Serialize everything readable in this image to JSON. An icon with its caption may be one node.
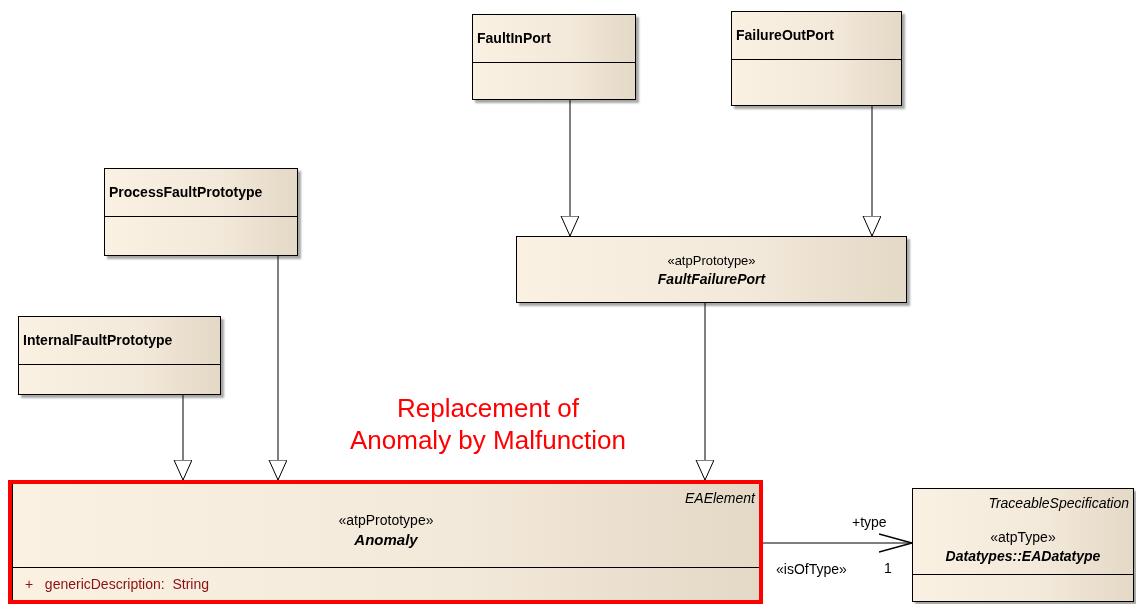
{
  "diagram": {
    "nodes": [
      {
        "text": [
          "FaultInPort"
        ]
      },
      {
        "text": [
          "FailureOutPort"
        ]
      },
      {
        "text": [
          "ProcessFaultPrototype"
        ]
      },
      {
        "text": [
          "«atpPrototype»",
          "FaultFailurePort"
        ]
      },
      {
        "text": [
          "InternalFaultPrototype"
        ]
      },
      {
        "text": [
          "EAElement",
          "«atpPrototype»",
          "Anomaly",
          "+   genericDescription:  String"
        ]
      },
      {
        "text": [
          "TraceableSpecification",
          "«atpType»",
          "Datatypes::EADatatype"
        ]
      }
    ],
    "edges": [
      {
        "from": 0,
        "to": 3,
        "arrow": "to"
      },
      {
        "from": 1,
        "to": 3,
        "arrow": "to"
      },
      {
        "from": 2,
        "to": 5,
        "arrow": "to"
      },
      {
        "from": 4,
        "to": 5,
        "arrow": "to"
      },
      {
        "from": 3,
        "to": 5,
        "arrow": "to"
      },
      {
        "from": 5,
        "to": 6,
        "arrow": "to",
        "label": "«isOfType»"
      }
    ],
    "labels": [
      "Replacement of Anomaly by Malfunction",
      "+type",
      "1"
    ]
  }
}
